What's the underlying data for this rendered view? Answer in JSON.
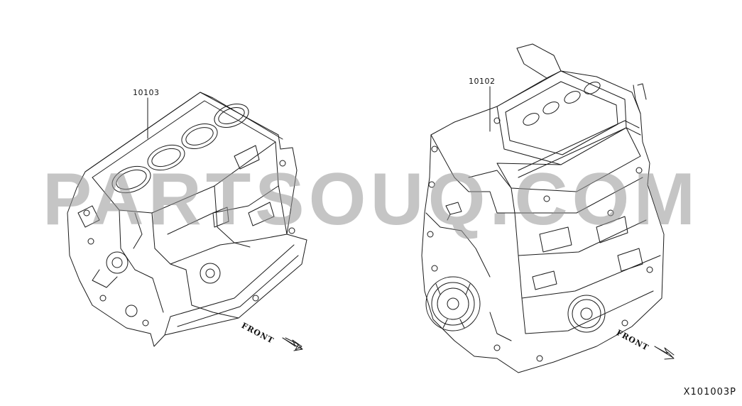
{
  "parts": {
    "short_block": {
      "part_number": "10103"
    },
    "long_block": {
      "part_number": "10102"
    }
  },
  "front_indicators": {
    "left": {
      "label": "FRONT"
    },
    "right": {
      "label": "FRONT"
    }
  },
  "diagram_code": "X101003P",
  "watermark": "PARTSOUQ.COM",
  "colors": {
    "line": "#1a1a1a",
    "watermark": "#969696",
    "background": "#ffffff"
  }
}
